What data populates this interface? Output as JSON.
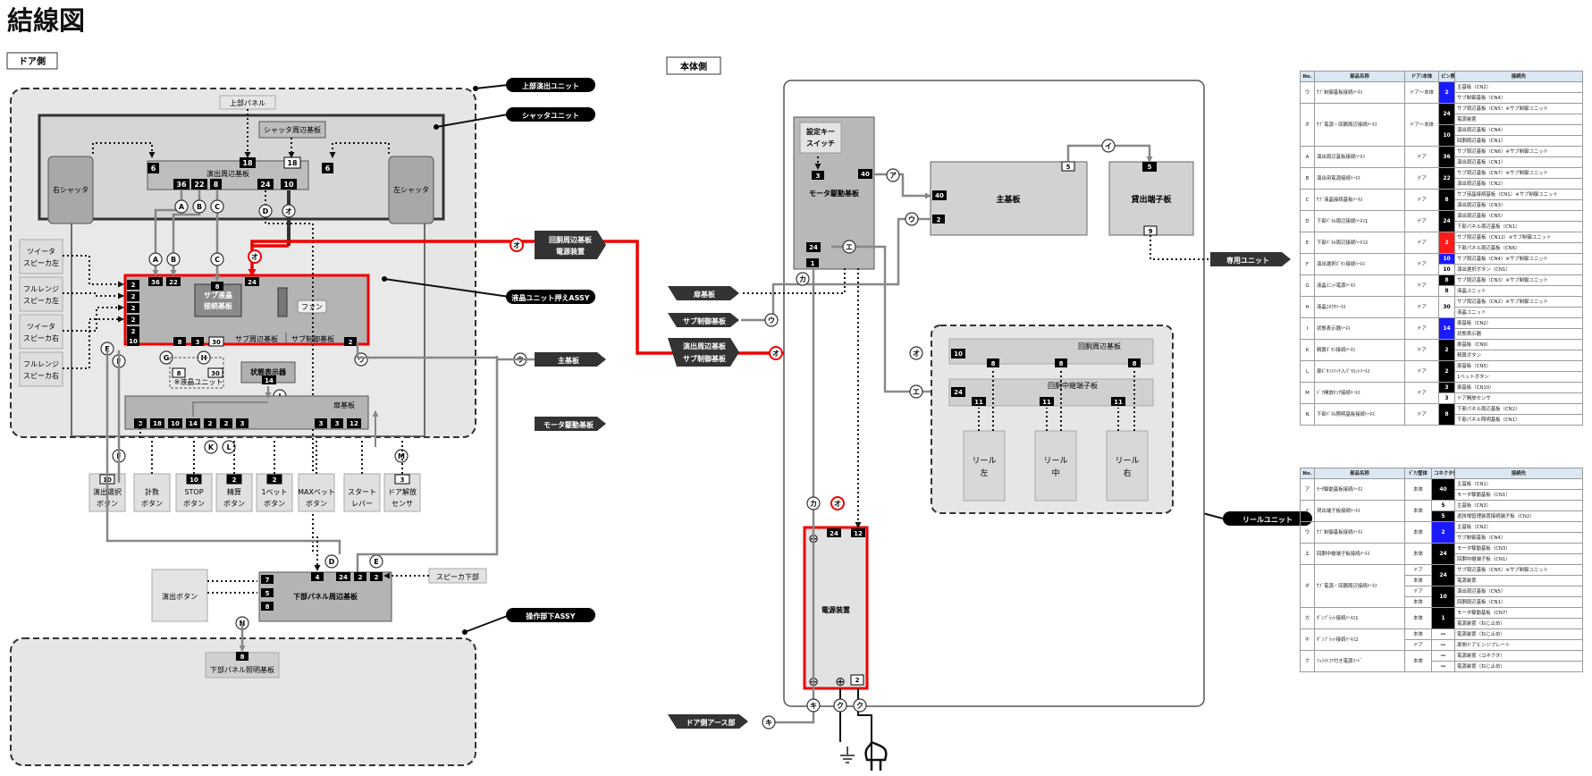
{
  "title": "結線図",
  "sections": {
    "door": "ドア側",
    "main": "本体側"
  },
  "door": {
    "upper_panel": "上部パネル",
    "shutter_board": "シャッタ周辺基板",
    "effect_board": "演出周辺基板",
    "right_shutter": "右シャッタ",
    "left_shutter": "左シャッタ",
    "sub_lcd_1": "サブ液晶",
    "sub_lcd_2": "接続基板",
    "fan": "ファン",
    "sub_periph": "サブ周辺基板",
    "sub_ctrl": "サブ制御基板",
    "status_display": "状態表示器",
    "door_board": "扉基板",
    "lcd_unit": "※液晶ユニット",
    "speakers": [
      [
        "ツイータ",
        "スピーカ左"
      ],
      [
        "フルレンジ",
        "スピーカ左"
      ],
      [
        "ツイータ",
        "スピーカ右"
      ],
      [
        "フルレンジ",
        "スピーカ右"
      ]
    ],
    "bottom_buttons": [
      [
        "演出選択",
        "ボタン"
      ],
      [
        "計数",
        "ボタン"
      ],
      [
        "STOP",
        "ボタン"
      ],
      [
        "精算",
        "ボタン"
      ],
      [
        "1ベット",
        "ボタン"
      ],
      [
        "MAXベット",
        "ボタン"
      ],
      [
        "スタート",
        "レバー"
      ],
      [
        "ドア解放",
        "センサ"
      ]
    ],
    "effect_button": "演出ボタン",
    "lower_panel": "下部パネル周辺基板",
    "speaker_lower": "スピーカ下部",
    "lower_light": "下部パネル照明基板"
  },
  "callouts": {
    "upper_effect_unit": "上部演出ユニット",
    "shutter_unit": "シャッタユニット",
    "lcd_assy": "液晶ユニット押えASSY",
    "op_assy": "操作部下ASSY",
    "reel_unit": "リールユニット",
    "dedicated_unit": "専用ユニット"
  },
  "arrows": {
    "reel_power_1": "回胴周辺基板",
    "reel_power_2": "電源装置",
    "main_board": "主基板",
    "motor_board": "モータ駆動基板",
    "door_board": "扉基板",
    "sub_ctrl": "サブ制御基板",
    "effect_periph": "演出周辺基板",
    "sub_ctrl2": "サブ制御基板",
    "door_earth": "ドア側アース部"
  },
  "body": {
    "setting_key_1": "設定キー",
    "setting_key_2": "スイッチ",
    "motor_board": "モータ駆動基板",
    "main_board": "主基板",
    "payout": "貸出端子板",
    "reel_periph": "回胴周辺基板",
    "reel_relay": "回胴中継端子板",
    "reels": [
      [
        "リール",
        "左"
      ],
      [
        "リール",
        "中"
      ],
      [
        "リール",
        "右"
      ]
    ],
    "power": "電源装置"
  },
  "table1": {
    "headers": [
      "No.",
      "部品名称",
      "ドア/本体",
      "ピン数",
      "接続先"
    ],
    "rows": [
      {
        "no": "ウ",
        "name": "ｻﾌﾞ制御基板接続ﾊｰﾈｽ",
        "side": "ドア～本体",
        "pins": [
          {
            "n": "2",
            "c": "blue"
          }
        ],
        "dest": [
          "主基板（CN2）",
          "サブ制御基板（CN4）"
        ]
      },
      {
        "no": "オ",
        "name": "ｻﾌﾞ電源・回胴周辺接続ﾊｰﾈｽ",
        "side": "ドア～本体",
        "pins": [
          {
            "n": "24",
            "c": "black"
          },
          {
            "n": "10",
            "c": "black"
          }
        ],
        "dest": [
          "サブ周辺基板（CN5）※サブ制御ユニット",
          "電源装置",
          "演出周辺基板（CN4）",
          "回胴周辺基板（CN1）"
        ]
      },
      {
        "no": "A",
        "name": "演出周辺基板接続ﾊｰﾈｽ",
        "side": "ドア",
        "pins": [
          {
            "n": "36",
            "c": "black"
          }
        ],
        "dest": [
          "サブ周辺基板（CN6）※サブ制御ユニット",
          "演出周辺基板（CN1）"
        ]
      },
      {
        "no": "B",
        "name": "演出用電源接続ﾊｰﾈｽ",
        "side": "ドア",
        "pins": [
          {
            "n": "22",
            "c": "black"
          }
        ],
        "dest": [
          "サブ周辺基板（CN7）※サブ制御ユニット",
          "演出周辺基板（CN2）"
        ]
      },
      {
        "no": "C",
        "name": "ｻﾌﾞ液晶接続基板ﾊｰﾈｽ",
        "side": "ドア",
        "pins": [
          {
            "n": "8",
            "c": "black"
          }
        ],
        "dest": [
          "サブ液晶接続基板（CN1）※サブ制御ユニット",
          "演出周辺基板（CN3）"
        ]
      },
      {
        "no": "D",
        "name": "下部ﾊﾟﾈﾙ周辺接続ﾊｰﾈｽ1",
        "side": "ドア",
        "pins": [
          {
            "n": "24",
            "c": "black"
          }
        ],
        "dest": [
          "演出周辺基板（CN5）",
          "下部パネル周辺基板（CN1）"
        ]
      },
      {
        "no": "E",
        "name": "下部ﾊﾟﾈﾙ周辺接続ﾊｰﾈｽ2",
        "side": "ドア",
        "pins": [
          {
            "n": "2",
            "c": "red"
          }
        ],
        "dest": [
          "サブ周辺基板（CN12）※サブ制御ユニット",
          "下部パネル周辺基板（CN6）"
        ]
      },
      {
        "no": "F",
        "name": "演出選択ﾎﾞﾀﾝ接続ﾊｰﾈｽ",
        "side": "ドア",
        "pins": [
          {
            "n": "10",
            "c": "blue"
          },
          {
            "n": "10",
            "c": "white"
          }
        ],
        "dest": [
          "サブ周辺基板（CN4）※サブ制御ユニット",
          "演出選択ボタン（CN1）"
        ]
      },
      {
        "no": "G",
        "name": "液晶ﾕﾆｯﾄ電源ﾊｰﾈｽ",
        "side": "ドア",
        "pins": [
          {
            "n": "8",
            "c": "black"
          },
          {
            "n": "8",
            "c": "white"
          }
        ],
        "dest": [
          "サブ周辺基板（CN3）※サブ制御ユニット",
          "液晶ユニット"
        ]
      },
      {
        "no": "H",
        "name": "液晶ｺﾈｸﾀﾊｰﾈｽ",
        "side": "ドア",
        "pins": [
          {
            "n": "30",
            "c": "white"
          }
        ],
        "dest": [
          "サブ周辺基板（CN2）※サブ制御ユニット",
          "液晶ユニット"
        ]
      },
      {
        "no": "I",
        "name": "状態表示器ﾊｰﾈｽ",
        "side": "ドア",
        "pins": [
          {
            "n": "14",
            "c": "blue"
          }
        ],
        "dest": [
          "扉基板（CN2）",
          "状態表示器"
        ]
      },
      {
        "no": "K",
        "name": "精算ﾎﾞﾀﾝ接続ﾊｰﾈｽ",
        "side": "ドア",
        "pins": [
          {
            "n": "2",
            "c": "black"
          }
        ],
        "dest": [
          "扉基板（CN9）",
          "精算ボタン"
        ]
      },
      {
        "no": "L",
        "name": "扉ﾎﾞﾀﾝｽｲｯﾁ入ﾊﾟｲﾛｯﾄﾊｰﾈｽ",
        "side": "ドア",
        "pins": [
          {
            "n": "2",
            "c": "black"
          }
        ],
        "dest": [
          "扉基板（CN5）",
          "1ベットボタン"
        ]
      },
      {
        "no": "M",
        "name": "ﾄﾞｱ開放ｾﾝｻ接続ﾊｰﾈｽ",
        "side": "ドア",
        "pins": [
          {
            "n": "3",
            "c": "black"
          },
          {
            "n": "3",
            "c": "white"
          }
        ],
        "dest": [
          "扉基板（CN10）",
          "ドア開放センサ"
        ]
      },
      {
        "no": "N",
        "name": "下部ﾊﾟﾈﾙ照明基板接続ﾊｰﾈｽ",
        "side": "ドア",
        "pins": [
          {
            "n": "8",
            "c": "black"
          }
        ],
        "dest": [
          "下部パネル周辺基板（CN2）",
          "下部パネル照明基板（CN1）"
        ]
      }
    ]
  },
  "table2": {
    "headers": [
      "No.",
      "部品名称",
      "ﾄﾞｱ/筐体",
      "コネクタ他ピン数",
      "接続先"
    ],
    "rows": [
      {
        "no": "ア",
        "name": "ﾓｰﾀ駆動基板接続ﾊｰﾈｽ",
        "side": [
          "本体"
        ],
        "pins": [
          {
            "n": "40",
            "c": "black"
          }
        ],
        "dest": [
          "主基板（CN1）",
          "モータ駆動基板（CN1）"
        ]
      },
      {
        "no": "イ",
        "name": "貸出端子板接続ﾊｰﾈｽ",
        "side": [
          "本体"
        ],
        "pins": [
          {
            "n": "5",
            "c": "white"
          },
          {
            "n": "5",
            "c": "black"
          }
        ],
        "dest": [
          "主基板（CN3）",
          "遊技場管理装置接続端子板（CN2）"
        ]
      },
      {
        "no": "ウ",
        "name": "ｻﾌﾞ制御基板接続ﾊｰﾈｽ",
        "side": [
          "本体"
        ],
        "pins": [
          {
            "n": "2",
            "c": "blue"
          }
        ],
        "dest": [
          "主基板（CN2）",
          "サブ制御基板（CN4）"
        ]
      },
      {
        "no": "エ",
        "name": "回胴中継端子板接続ﾊｰﾈｽ",
        "side": [
          "本体"
        ],
        "pins": [
          {
            "n": "24",
            "c": "black"
          }
        ],
        "dest": [
          "モータ駆動基板（CN3）",
          "回胴中継端子板（CN1）"
        ]
      },
      {
        "no": "オ",
        "name": "ｻﾌﾞ電源・回胴周辺接続ﾊｰﾈｽ",
        "side": [
          "ドア",
          "本体",
          "ドア",
          "本体"
        ],
        "pins": [
          {
            "n": "24",
            "c": "black"
          },
          {
            "n": "10",
            "c": "black"
          }
        ],
        "dest": [
          "サブ周辺基板（CN5）※サブ制御ユニット",
          "電源装置",
          "演出周辺基板（CN5）",
          "回胴周辺基板（CN1）"
        ]
      },
      {
        "no": "カ",
        "name": "ﾀﾞﾝﾌﾟﾗｯﾄ接続ﾊｰﾈｽ1",
        "side": [
          "本体"
        ],
        "pins": [
          {
            "n": "1",
            "c": "black"
          }
        ],
        "dest": [
          "モータ駆動基板（CN7）",
          "電源装置（ねじ止め）"
        ]
      },
      {
        "no": "キ",
        "name": "ﾀﾞﾝﾌﾟﾗｯﾄ接続ﾊｰﾈｽ2",
        "side": [
          "本体",
          "ドア"
        ],
        "pins": [
          {
            "n": "—",
            "c": "white"
          },
          {
            "n": "—",
            "c": "white"
          }
        ],
        "dest": [
          "電源装置（ねじ止め）",
          "扉側ドアヒンジプレート"
        ]
      },
      {
        "no": "ク",
        "name": "ﾌｪﾗｲﾄｺｱ付き電源ｺｰﾄﾞ",
        "side": [
          "本体"
        ],
        "pins": [
          {
            "n": "—",
            "c": "white"
          },
          {
            "n": "—",
            "c": "white"
          }
        ],
        "dest": [
          "電源装置（コネクタ）",
          "電源装置（ねじ止め）"
        ]
      }
    ]
  }
}
